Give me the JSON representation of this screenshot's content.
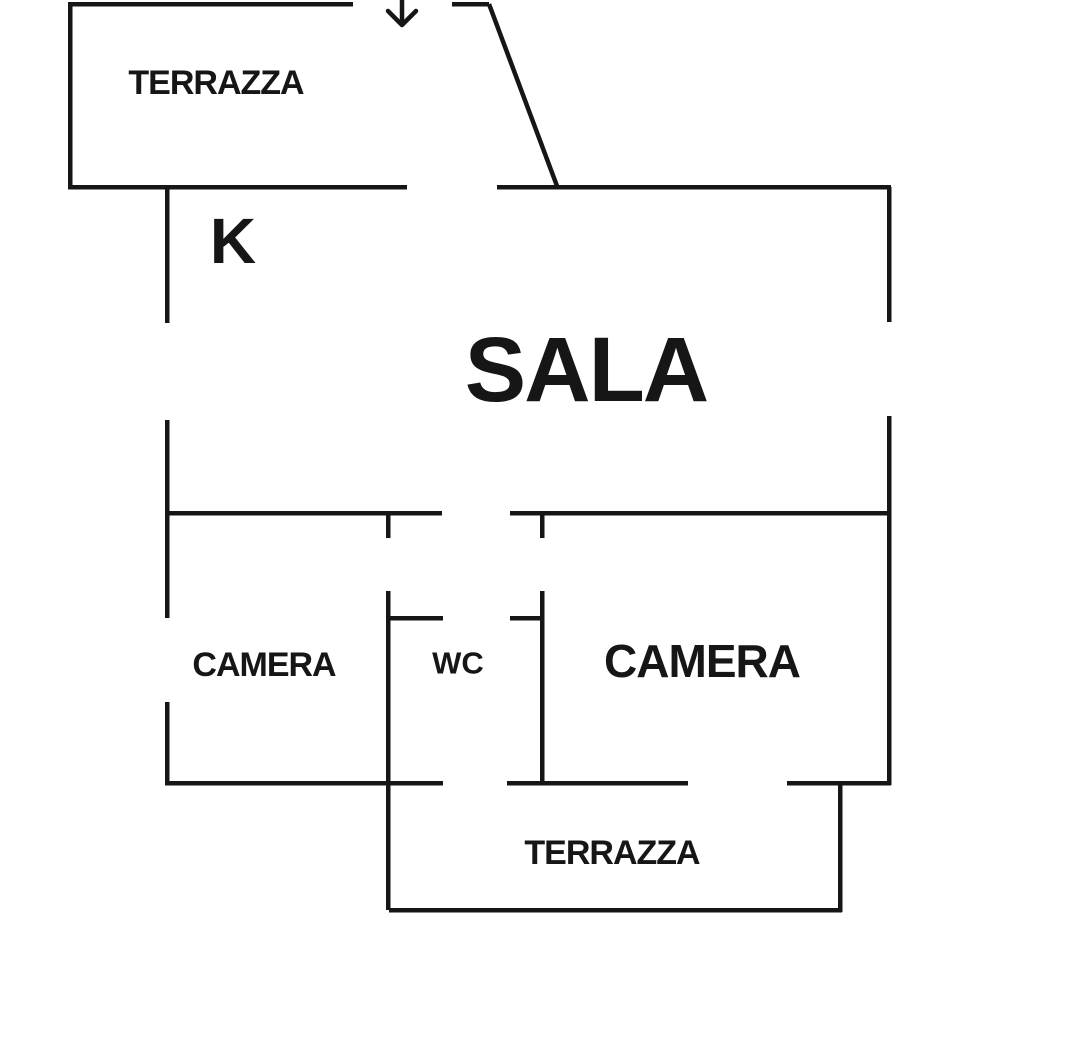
{
  "colors": {
    "background": "#ffffff",
    "line": "#161616",
    "text": "#161616"
  },
  "floorplan": {
    "rooms": [
      {
        "id": "terrace-top",
        "label": "TERRAZZA"
      },
      {
        "id": "kitchen",
        "label": "K"
      },
      {
        "id": "living-room",
        "label": "SALA"
      },
      {
        "id": "bedroom-left",
        "label": "CAMERA"
      },
      {
        "id": "wc",
        "label": "WC"
      },
      {
        "id": "bedroom-right",
        "label": "CAMERA"
      },
      {
        "id": "terrace-bottom",
        "label": "TERRAZZA"
      }
    ],
    "icons": [
      {
        "name": "down-arrow-icon",
        "glyph": "↓"
      }
    ]
  }
}
